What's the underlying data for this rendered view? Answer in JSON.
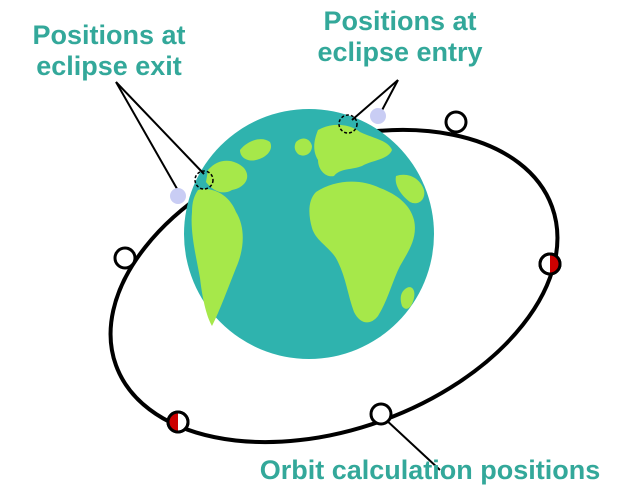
{
  "labels": {
    "eclipse_exit": {
      "line1": "Positions at",
      "line2": "eclipse exit"
    },
    "eclipse_entry": {
      "line1": "Positions at",
      "line2": "eclipse entry"
    },
    "orbit_calculation": "Orbit calculation positions"
  },
  "colors": {
    "label_text": "#33a89a",
    "orbit_line": "#000000",
    "ocean": "#2fb3ae",
    "land": "#a6e84a",
    "eclipse_point": "#c9cdf4",
    "red_marker": "#cc0000",
    "marker_fill": "#ffffff"
  },
  "icons": {
    "earth": "earth-globe-icon",
    "orbit_marker": "orbit-position-marker"
  }
}
